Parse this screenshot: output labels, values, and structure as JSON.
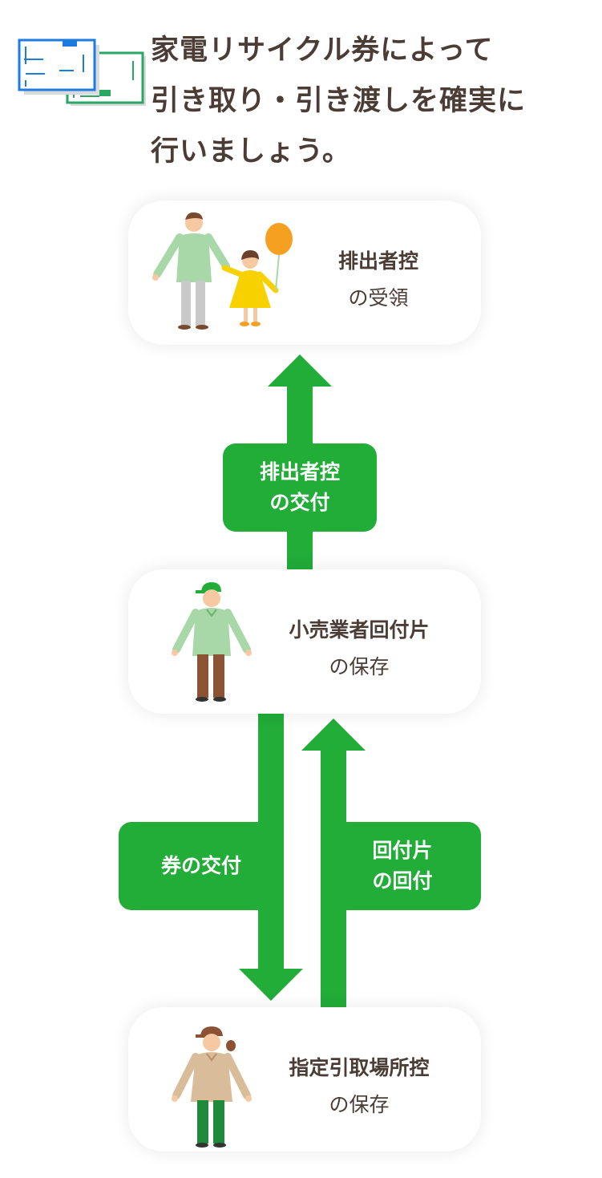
{
  "header": {
    "lines": [
      "家電リサイクル券によって",
      "引き取り・引き渡しを確実に",
      "行いましょう。"
    ],
    "icon": "documents-icon"
  },
  "cards": [
    {
      "id": "discharger",
      "title": "排出者控",
      "subtitle": "の受領",
      "icon": "family-icon"
    },
    {
      "id": "retailer",
      "title": "小売業者回付片",
      "subtitle": "の保存",
      "icon": "retailer-person-icon"
    },
    {
      "id": "collection",
      "title": "指定引取場所控",
      "subtitle": "の保存",
      "icon": "collection-staff-icon"
    }
  ],
  "badges": {
    "discharger_delivery": {
      "line1": "排出者控",
      "line2": "の交付"
    },
    "ticket_delivery": {
      "line1": "券の交付"
    },
    "return": {
      "line1": "回付片",
      "line2": "の回付"
    }
  },
  "colors": {
    "accent_green": "#22ac38",
    "text_brown": "#4b3d36",
    "ticket_blue": "#1e7be0",
    "ticket_green": "#2aa764",
    "balloon_orange": "#f5a020",
    "dress_yellow": "#f7d200"
  }
}
